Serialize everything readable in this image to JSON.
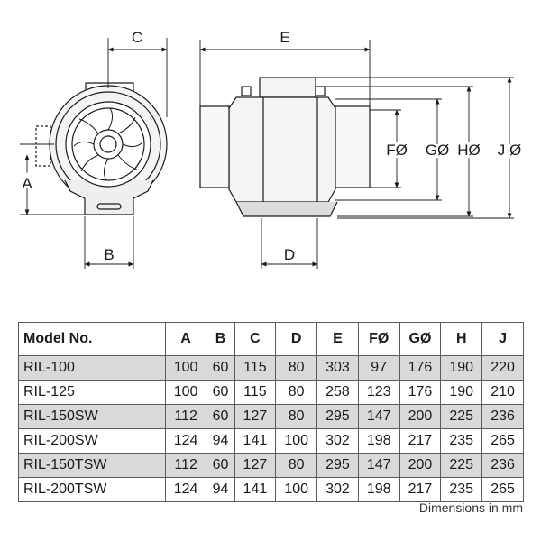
{
  "dimension_labels": {
    "a": "A",
    "b": "B",
    "c": "C",
    "d": "D",
    "e": "E",
    "f": "FØ",
    "g": "GØ",
    "h": "HØ",
    "j": "J Ø"
  },
  "table": {
    "headers": [
      "Model No.",
      "A",
      "B",
      "C",
      "D",
      "E",
      "FØ",
      "GØ",
      "H",
      "J"
    ],
    "rows": [
      [
        "RIL-100",
        "100",
        "60",
        "115",
        "80",
        "303",
        "97",
        "176",
        "190",
        "220"
      ],
      [
        "RIL-125",
        "100",
        "60",
        "115",
        "80",
        "258",
        "123",
        "176",
        "190",
        "210"
      ],
      [
        "RIL-150SW",
        "112",
        "60",
        "127",
        "80",
        "295",
        "147",
        "200",
        "225",
        "236"
      ],
      [
        "RIL-200SW",
        "124",
        "94",
        "141",
        "100",
        "302",
        "198",
        "217",
        "235",
        "265"
      ],
      [
        "RIL-150TSW",
        "112",
        "60",
        "127",
        "80",
        "295",
        "147",
        "200",
        "225",
        "236"
      ],
      [
        "RIL-200TSW",
        "124",
        "94",
        "141",
        "100",
        "302",
        "198",
        "217",
        "235",
        "265"
      ]
    ]
  },
  "footnote": "Dimensions in mm"
}
